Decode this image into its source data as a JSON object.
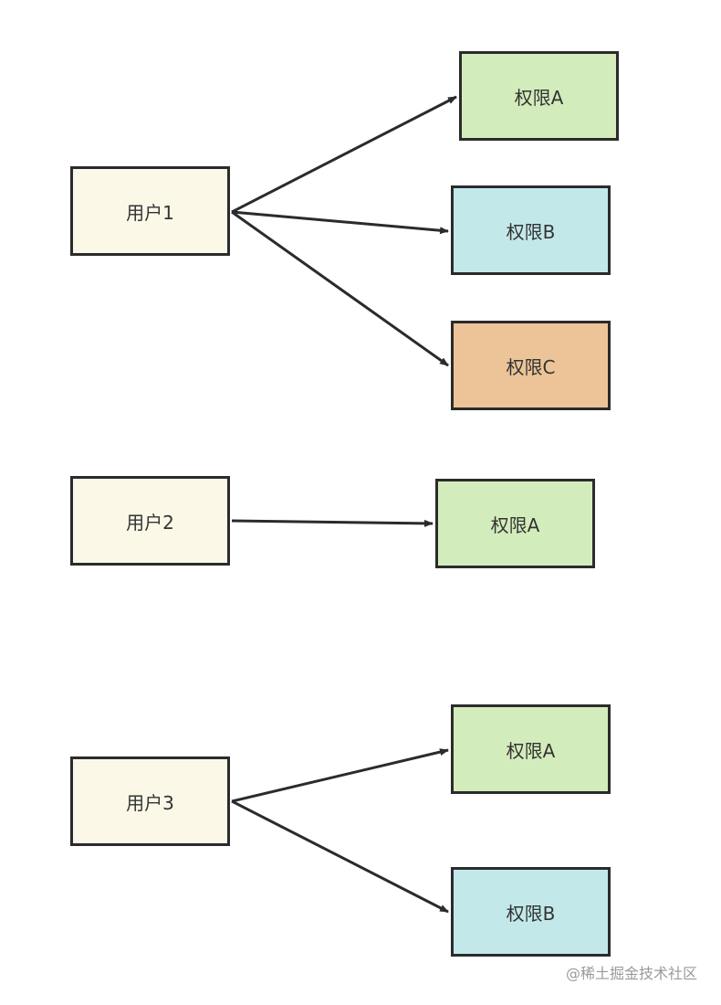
{
  "users": [
    {
      "label": "用户1"
    },
    {
      "label": "用户2"
    },
    {
      "label": "用户3"
    }
  ],
  "permissions": {
    "u1": [
      {
        "label": "权限A"
      },
      {
        "label": "权限B"
      },
      {
        "label": "权限C"
      }
    ],
    "u2": [
      {
        "label": "权限A"
      }
    ],
    "u3": [
      {
        "label": "权限A"
      },
      {
        "label": "权限B"
      }
    ]
  },
  "colors": {
    "user_fill": "#fbf8e8",
    "perm_a_fill": "#d3ecbb",
    "perm_b_fill": "#c3e8ea",
    "perm_c_fill": "#ecc498",
    "stroke": "#2b2b2b"
  },
  "watermark": "@稀土掘金技术社区"
}
